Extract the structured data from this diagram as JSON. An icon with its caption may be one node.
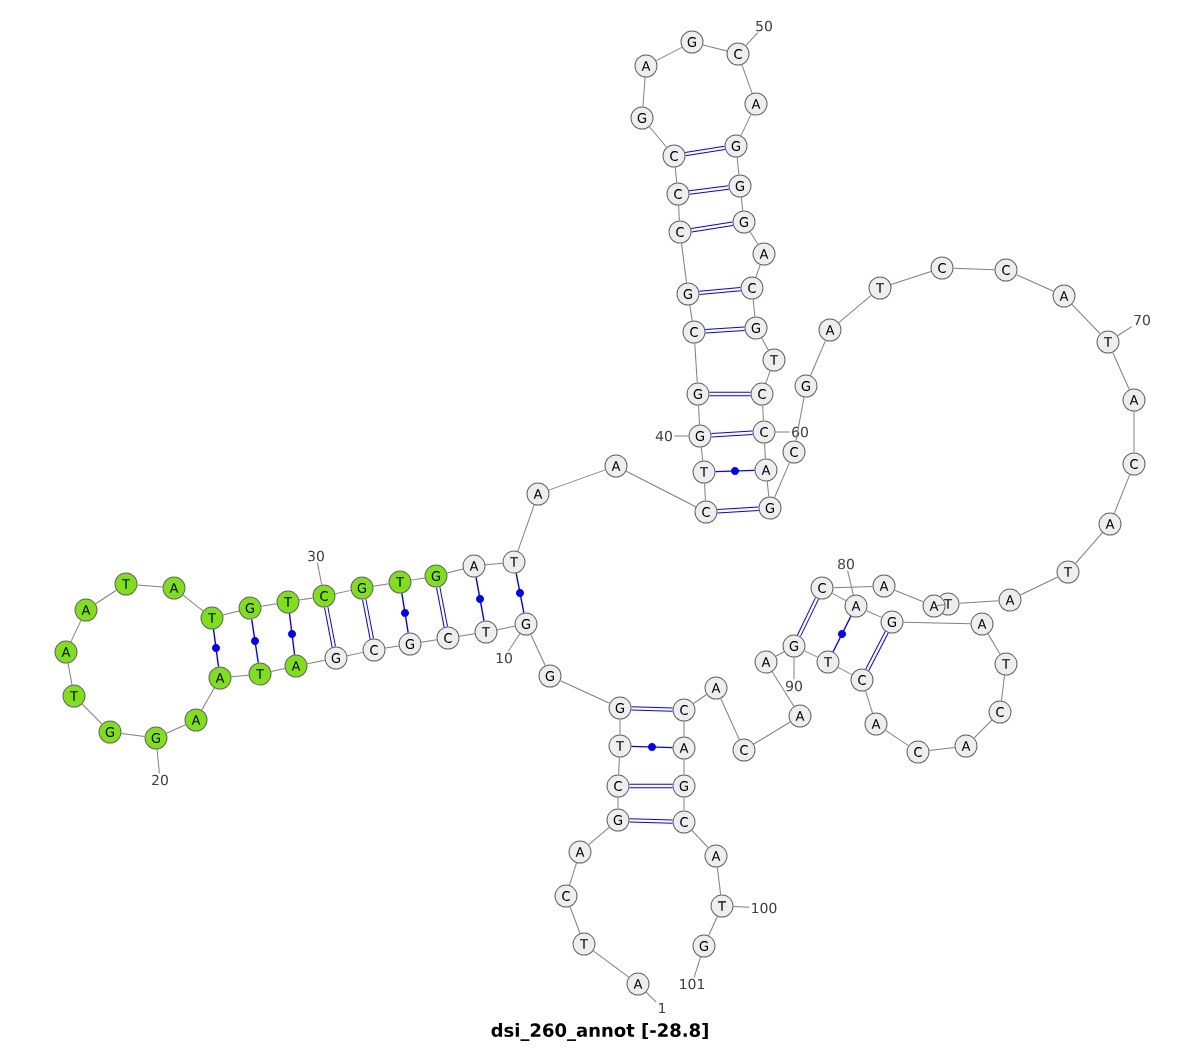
{
  "diagram": {
    "caption": "dsi_260_annot [-28.8]",
    "nodes": [
      {
        "text": [
          "A"
        ]
      },
      {
        "text": [
          "T"
        ]
      },
      {
        "text": [
          "C"
        ]
      },
      {
        "text": [
          "A"
        ]
      },
      {
        "text": [
          "G"
        ]
      },
      {
        "text": [
          "C"
        ]
      },
      {
        "text": [
          "T"
        ]
      },
      {
        "text": [
          "G"
        ]
      },
      {
        "text": [
          "G"
        ]
      },
      {
        "text": [
          "G"
        ]
      },
      {
        "text": [
          "T"
        ]
      },
      {
        "text": [
          "C"
        ]
      },
      {
        "text": [
          "G"
        ]
      },
      {
        "text": [
          "C"
        ]
      },
      {
        "text": [
          "G"
        ]
      },
      {
        "text": [
          "A"
        ]
      },
      {
        "text": [
          "T"
        ]
      },
      {
        "text": [
          "A"
        ]
      },
      {
        "text": [
          "A"
        ]
      },
      {
        "text": [
          "G"
        ]
      },
      {
        "text": [
          "G"
        ]
      },
      {
        "text": [
          "T"
        ]
      },
      {
        "text": [
          "A"
        ]
      },
      {
        "text": [
          "A"
        ]
      },
      {
        "text": [
          "T"
        ]
      },
      {
        "text": [
          "A"
        ]
      },
      {
        "text": [
          "T"
        ]
      },
      {
        "text": [
          "G"
        ]
      },
      {
        "text": [
          "T"
        ]
      },
      {
        "text": [
          "C"
        ]
      },
      {
        "text": [
          "G"
        ]
      },
      {
        "text": [
          "T"
        ]
      },
      {
        "text": [
          "G"
        ]
      },
      {
        "text": [
          "A"
        ]
      },
      {
        "text": [
          "T"
        ]
      },
      {
        "text": [
          "A"
        ]
      },
      {
        "text": [
          "A"
        ]
      },
      {
        "text": [
          "C"
        ]
      },
      {
        "text": [
          "T"
        ]
      },
      {
        "text": [
          "G"
        ]
      },
      {
        "text": [
          "G"
        ]
      },
      {
        "text": [
          "C"
        ]
      },
      {
        "text": [
          "G"
        ]
      },
      {
        "text": [
          "C"
        ]
      },
      {
        "text": [
          "C"
        ]
      },
      {
        "text": [
          "C"
        ]
      },
      {
        "text": [
          "G"
        ]
      },
      {
        "text": [
          "A"
        ]
      },
      {
        "text": [
          "G"
        ]
      },
      {
        "text": [
          "C"
        ]
      },
      {
        "text": [
          "A"
        ]
      },
      {
        "text": [
          "G"
        ]
      },
      {
        "text": [
          "G"
        ]
      },
      {
        "text": [
          "G"
        ]
      },
      {
        "text": [
          "A"
        ]
      },
      {
        "text": [
          "C"
        ]
      },
      {
        "text": [
          "G"
        ]
      },
      {
        "text": [
          "T"
        ]
      },
      {
        "text": [
          "C"
        ]
      },
      {
        "text": [
          "C"
        ]
      },
      {
        "text": [
          "A"
        ]
      },
      {
        "text": [
          "G"
        ]
      },
      {
        "text": [
          "C"
        ]
      },
      {
        "text": [
          "G"
        ]
      },
      {
        "text": [
          "A"
        ]
      },
      {
        "text": [
          "T"
        ]
      },
      {
        "text": [
          "C"
        ]
      },
      {
        "text": [
          "C"
        ]
      },
      {
        "text": [
          "A"
        ]
      },
      {
        "text": [
          "T"
        ]
      },
      {
        "text": [
          "A"
        ]
      },
      {
        "text": [
          "C"
        ]
      },
      {
        "text": [
          "A"
        ]
      },
      {
        "text": [
          "T"
        ]
      },
      {
        "text": [
          "A"
        ]
      },
      {
        "text": [
          "T"
        ]
      },
      {
        "text": [
          "A"
        ]
      },
      {
        "text": [
          "A"
        ]
      },
      {
        "text": [
          "C"
        ]
      },
      {
        "text": [
          "A"
        ]
      },
      {
        "text": [
          "G"
        ]
      },
      {
        "text": [
          "A"
        ]
      },
      {
        "text": [
          "T"
        ]
      },
      {
        "text": [
          "C"
        ]
      },
      {
        "text": [
          "A"
        ]
      },
      {
        "text": [
          "C"
        ]
      },
      {
        "text": [
          "A"
        ]
      },
      {
        "text": [
          "C"
        ]
      },
      {
        "text": [
          "T"
        ]
      },
      {
        "text": [
          "G"
        ]
      },
      {
        "text": [
          "A"
        ]
      },
      {
        "text": [
          "A"
        ]
      },
      {
        "text": [
          "C"
        ]
      },
      {
        "text": [
          "A"
        ]
      },
      {
        "text": [
          "C"
        ]
      },
      {
        "text": [
          "A"
        ]
      },
      {
        "text": [
          "G"
        ]
      },
      {
        "text": [
          "C"
        ]
      },
      {
        "text": [
          "A"
        ]
      },
      {
        "text": [
          "T"
        ]
      },
      {
        "text": [
          "G"
        ]
      },
      {
        "text": [
          "1"
        ]
      },
      {
        "text": [
          "10"
        ]
      },
      {
        "text": [
          "20"
        ]
      },
      {
        "text": [
          "30"
        ]
      },
      {
        "text": [
          "40"
        ]
      },
      {
        "text": [
          "50"
        ]
      },
      {
        "text": [
          "60"
        ]
      },
      {
        "text": [
          "70"
        ]
      },
      {
        "text": [
          "80"
        ]
      },
      {
        "text": [
          "90"
        ]
      },
      {
        "text": [
          "100"
        ]
      },
      {
        "text": [
          "101"
        ]
      }
    ],
    "edges": [
      {
        "from": 0,
        "to": 1,
        "arrow": "none"
      },
      {
        "from": 1,
        "to": 2,
        "arrow": "none"
      },
      {
        "from": 2,
        "to": 3,
        "arrow": "none"
      },
      {
        "from": 3,
        "to": 4,
        "arrow": "none"
      },
      {
        "from": 4,
        "to": 5,
        "arrow": "none"
      },
      {
        "from": 5,
        "to": 6,
        "arrow": "none"
      },
      {
        "from": 6,
        "to": 7,
        "arrow": "none"
      },
      {
        "from": 7,
        "to": 8,
        "arrow": "none"
      },
      {
        "from": 8,
        "to": 9,
        "arrow": "none"
      },
      {
        "from": 9,
        "to": 10,
        "arrow": "none"
      },
      {
        "from": 10,
        "to": 11,
        "arrow": "none"
      },
      {
        "from": 11,
        "to": 12,
        "arrow": "none"
      },
      {
        "from": 12,
        "to": 13,
        "arrow": "none"
      },
      {
        "from": 13,
        "to": 14,
        "arrow": "none"
      },
      {
        "from": 14,
        "to": 15,
        "arrow": "none"
      },
      {
        "from": 15,
        "to": 16,
        "arrow": "none"
      },
      {
        "from": 16,
        "to": 17,
        "arrow": "none"
      },
      {
        "from": 17,
        "to": 18,
        "arrow": "none"
      },
      {
        "from": 18,
        "to": 19,
        "arrow": "none"
      },
      {
        "from": 19,
        "to": 20,
        "arrow": "none"
      },
      {
        "from": 20,
        "to": 21,
        "arrow": "none"
      },
      {
        "from": 21,
        "to": 22,
        "arrow": "none"
      },
      {
        "from": 22,
        "to": 23,
        "arrow": "none"
      },
      {
        "from": 23,
        "to": 24,
        "arrow": "none"
      },
      {
        "from": 24,
        "to": 25,
        "arrow": "none"
      },
      {
        "from": 25,
        "to": 26,
        "arrow": "none"
      },
      {
        "from": 26,
        "to": 27,
        "arrow": "none"
      },
      {
        "from": 27,
        "to": 28,
        "arrow": "none"
      },
      {
        "from": 28,
        "to": 29,
        "arrow": "none"
      },
      {
        "from": 29,
        "to": 30,
        "arrow": "none"
      },
      {
        "from": 30,
        "to": 31,
        "arrow": "none"
      },
      {
        "from": 31,
        "to": 32,
        "arrow": "none"
      },
      {
        "from": 32,
        "to": 33,
        "arrow": "none"
      },
      {
        "from": 33,
        "to": 34,
        "arrow": "none"
      },
      {
        "from": 34,
        "to": 35,
        "arrow": "none"
      },
      {
        "from": 35,
        "to": 36,
        "arrow": "none"
      },
      {
        "from": 36,
        "to": 37,
        "arrow": "none"
      },
      {
        "from": 37,
        "to": 38,
        "arrow": "none"
      },
      {
        "from": 38,
        "to": 39,
        "arrow": "none"
      },
      {
        "from": 39,
        "to": 40,
        "arrow": "none"
      },
      {
        "from": 40,
        "to": 41,
        "arrow": "none"
      },
      {
        "from": 41,
        "to": 42,
        "arrow": "none"
      },
      {
        "from": 42,
        "to": 43,
        "arrow": "none"
      },
      {
        "from": 43,
        "to": 44,
        "arrow": "none"
      },
      {
        "from": 44,
        "to": 45,
        "arrow": "none"
      },
      {
        "from": 45,
        "to": 46,
        "arrow": "none"
      },
      {
        "from": 46,
        "to": 47,
        "arrow": "none"
      },
      {
        "from": 47,
        "to": 48,
        "arrow": "none"
      },
      {
        "from": 48,
        "to": 49,
        "arrow": "none"
      },
      {
        "from": 49,
        "to": 50,
        "arrow": "none"
      },
      {
        "from": 50,
        "to": 51,
        "arrow": "none"
      },
      {
        "from": 51,
        "to": 52,
        "arrow": "none"
      },
      {
        "from": 52,
        "to": 53,
        "arrow": "none"
      },
      {
        "from": 53,
        "to": 54,
        "arrow": "none"
      },
      {
        "from": 54,
        "to": 55,
        "arrow": "none"
      },
      {
        "from": 55,
        "to": 56,
        "arrow": "none"
      },
      {
        "from": 56,
        "to": 57,
        "arrow": "none"
      },
      {
        "from": 57,
        "to": 58,
        "arrow": "none"
      },
      {
        "from": 58,
        "to": 59,
        "arrow": "none"
      },
      {
        "from": 59,
        "to": 60,
        "arrow": "none"
      },
      {
        "from": 60,
        "to": 61,
        "arrow": "none"
      },
      {
        "from": 61,
        "to": 62,
        "arrow": "none"
      },
      {
        "from": 62,
        "to": 63,
        "arrow": "none"
      },
      {
        "from": 63,
        "to": 64,
        "arrow": "none"
      },
      {
        "from": 64,
        "to": 65,
        "arrow": "none"
      },
      {
        "from": 65,
        "to": 66,
        "arrow": "none"
      },
      {
        "from": 66,
        "to": 67,
        "arrow": "none"
      },
      {
        "from": 67,
        "to": 68,
        "arrow": "none"
      },
      {
        "from": 68,
        "to": 69,
        "arrow": "none"
      },
      {
        "from": 69,
        "to": 70,
        "arrow": "none"
      },
      {
        "from": 70,
        "to": 71,
        "arrow": "none"
      },
      {
        "from": 71,
        "to": 72,
        "arrow": "none"
      },
      {
        "from": 72,
        "to": 73,
        "arrow": "none"
      },
      {
        "from": 73,
        "to": 74,
        "arrow": "none"
      },
      {
        "from": 74,
        "to": 75,
        "arrow": "none"
      },
      {
        "from": 75,
        "to": 76,
        "arrow": "none"
      },
      {
        "from": 76,
        "to": 77,
        "arrow": "none"
      },
      {
        "from": 77,
        "to": 78,
        "arrow": "none"
      },
      {
        "from": 78,
        "to": 79,
        "arrow": "none"
      },
      {
        "from": 79,
        "to": 80,
        "arrow": "none"
      },
      {
        "from": 80,
        "to": 81,
        "arrow": "none"
      },
      {
        "from": 81,
        "to": 82,
        "arrow": "none"
      },
      {
        "from": 82,
        "to": 83,
        "arrow": "none"
      },
      {
        "from": 83,
        "to": 84,
        "arrow": "none"
      },
      {
        "from": 84,
        "to": 85,
        "arrow": "none"
      },
      {
        "from": 85,
        "to": 86,
        "arrow": "none"
      },
      {
        "from": 86,
        "to": 87,
        "arrow": "none"
      },
      {
        "from": 87,
        "to": 88,
        "arrow": "none"
      },
      {
        "from": 88,
        "to": 89,
        "arrow": "none"
      },
      {
        "from": 89,
        "to": 90,
        "arrow": "none"
      },
      {
        "from": 90,
        "to": 91,
        "arrow": "none"
      },
      {
        "from": 91,
        "to": 92,
        "arrow": "none"
      },
      {
        "from": 92,
        "to": 93,
        "arrow": "none"
      },
      {
        "from": 93,
        "to": 94,
        "arrow": "none"
      },
      {
        "from": 94,
        "to": 95,
        "arrow": "none"
      },
      {
        "from": 95,
        "to": 96,
        "arrow": "none"
      },
      {
        "from": 96,
        "to": 97,
        "arrow": "none"
      },
      {
        "from": 97,
        "to": 98,
        "arrow": "none"
      },
      {
        "from": 98,
        "to": 99,
        "arrow": "none"
      },
      {
        "from": 99,
        "to": 100,
        "arrow": "none"
      },
      {
        "from": 4,
        "to": 97,
        "arrow": "none",
        "style": "thick",
        "color": "#0000ff"
      },
      {
        "from": 5,
        "to": 96,
        "arrow": "none",
        "style": "thick",
        "color": "#0000ff"
      },
      {
        "from": 6,
        "to": 95,
        "arrow": "none",
        "color": "#0000ff"
      },
      {
        "from": 7,
        "to": 94,
        "arrow": "none",
        "style": "thick",
        "color": "#0000ff"
      },
      {
        "from": 9,
        "to": 34,
        "arrow": "none",
        "color": "#0000ff"
      },
      {
        "from": 10,
        "to": 33,
        "arrow": "none",
        "color": "#0000ff"
      },
      {
        "from": 11,
        "to": 32,
        "arrow": "none",
        "style": "thick",
        "color": "#0000ff"
      },
      {
        "from": 12,
        "to": 31,
        "arrow": "none",
        "color": "#0000ff"
      },
      {
        "from": 13,
        "to": 30,
        "arrow": "none",
        "style": "thick",
        "color": "#0000ff"
      },
      {
        "from": 14,
        "to": 29,
        "arrow": "none",
        "style": "thick",
        "color": "#0000ff"
      },
      {
        "from": 15,
        "to": 28,
        "arrow": "none",
        "color": "#0000ff"
      },
      {
        "from": 16,
        "to": 27,
        "arrow": "none",
        "color": "#0000ff"
      },
      {
        "from": 17,
        "to": 26,
        "arrow": "none",
        "color": "#0000ff"
      },
      {
        "from": 37,
        "to": 61,
        "arrow": "none",
        "style": "thick",
        "color": "#0000ff"
      },
      {
        "from": 38,
        "to": 60,
        "arrow": "none",
        "color": "#0000ff"
      },
      {
        "from": 39,
        "to": 59,
        "arrow": "none",
        "style": "thick",
        "color": "#0000ff"
      },
      {
        "from": 40,
        "to": 58,
        "arrow": "none",
        "style": "thick",
        "color": "#0000ff"
      },
      {
        "from": 41,
        "to": 56,
        "arrow": "none",
        "style": "thick",
        "color": "#0000ff"
      },
      {
        "from": 42,
        "to": 55,
        "arrow": "none",
        "style": "thick",
        "color": "#0000ff"
      },
      {
        "from": 43,
        "to": 53,
        "arrow": "none",
        "style": "thick",
        "color": "#0000ff"
      },
      {
        "from": 44,
        "to": 52,
        "arrow": "none",
        "style": "thick",
        "color": "#0000ff"
      },
      {
        "from": 45,
        "to": 51,
        "arrow": "none",
        "style": "thick",
        "color": "#0000ff"
      },
      {
        "from": 78,
        "to": 89,
        "arrow": "none",
        "style": "thick",
        "color": "#0000ff"
      },
      {
        "from": 79,
        "to": 88,
        "arrow": "none",
        "color": "#0000ff"
      },
      {
        "from": 80,
        "to": 87,
        "arrow": "none",
        "style": "thick",
        "color": "#0000ff"
      },
      {
        "from": 101,
        "to": 0,
        "arrow": "none"
      },
      {
        "from": 102,
        "to": 9,
        "arrow": "none"
      },
      {
        "from": 103,
        "to": 19,
        "arrow": "none"
      },
      {
        "from": 104,
        "to": 29,
        "arrow": "none"
      },
      {
        "from": 105,
        "to": 39,
        "arrow": "none"
      },
      {
        "from": 106,
        "to": 49,
        "arrow": "none"
      },
      {
        "from": 107,
        "to": 59,
        "arrow": "none"
      },
      {
        "from": 108,
        "to": 69,
        "arrow": "none"
      },
      {
        "from": 109,
        "to": 79,
        "arrow": "none"
      },
      {
        "from": 110,
        "to": 89,
        "arrow": "none"
      },
      {
        "from": 111,
        "to": 99,
        "arrow": "none"
      },
      {
        "from": 112,
        "to": 100,
        "arrow": "none"
      }
    ]
  }
}
